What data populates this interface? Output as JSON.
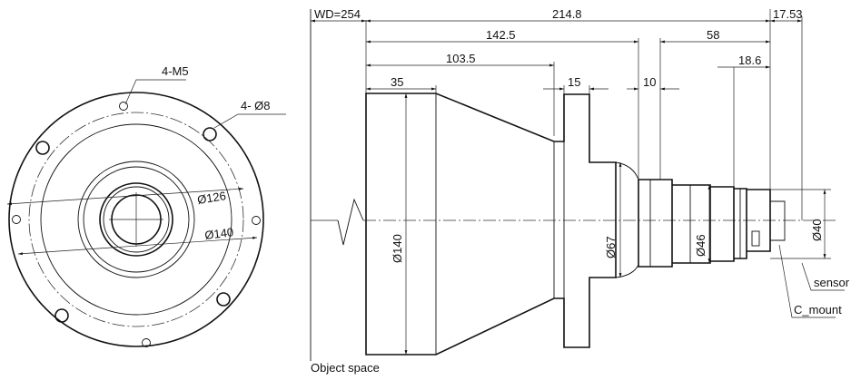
{
  "front_view": {
    "callouts": {
      "m5": "4-M5",
      "hole8": "4- Ø8",
      "d126": "Ø126",
      "d140": "Ø140"
    }
  },
  "side_view": {
    "wd": "WD=254",
    "total_length": "214.8",
    "flange_to_sensor": "17.53",
    "len_142": "142.5",
    "len_58": "58",
    "len_103": "103.5",
    "len_18": "18.6",
    "len_35": "35",
    "len_15": "15",
    "len_10": "10",
    "dia_140": "Ø140",
    "dia_67": "Ø67",
    "dia_46": "Ø46",
    "dia_40": "Ø40",
    "sensor_label": "sensor",
    "cmount_label": "C_mount",
    "object_space": "Object space"
  }
}
